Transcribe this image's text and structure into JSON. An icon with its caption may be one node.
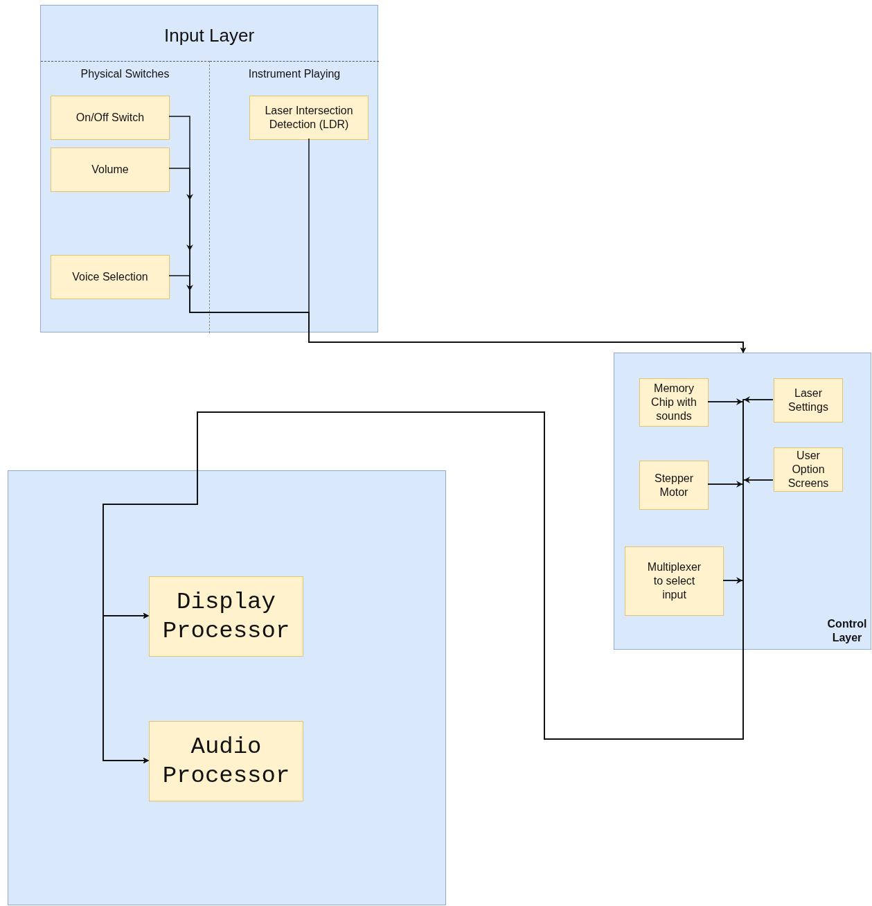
{
  "diagram": {
    "nodes": [
      {
        "text": [
          "Input Layer"
        ]
      },
      {
        "text": [
          "Physical Switches"
        ],
        "in": 0
      },
      {
        "text": [
          "On/Off Switch"
        ],
        "in": 1
      },
      {
        "text": [
          "Volume"
        ],
        "in": 1
      },
      {
        "text": [
          "Voice Selection"
        ],
        "in": 1
      },
      {
        "text": [
          "Instrument Playing"
        ],
        "in": 0
      },
      {
        "text": [
          "Laser Intersection Detection (LDR)"
        ],
        "in": 5
      },
      {
        "text": [
          "Control Layer"
        ]
      },
      {
        "text": [
          "Memory Chip with sounds"
        ],
        "in": 7
      },
      {
        "text": [
          "Laser Settings"
        ],
        "in": 7
      },
      {
        "text": [
          "Stepper Motor"
        ],
        "in": 7
      },
      {
        "text": [
          "User Option Screens"
        ],
        "in": 7
      },
      {
        "text": [
          "Multiplexer to select input"
        ],
        "in": 7
      },
      {
        "text": [],
        "shape": "box"
      },
      {
        "text": [
          "Display Processor"
        ],
        "in": 13
      },
      {
        "text": [
          "Audio Processor"
        ],
        "in": 13
      }
    ],
    "edges": [
      {
        "from": 2,
        "to": 7,
        "arrow": "to"
      },
      {
        "from": 3,
        "to": 7,
        "arrow": "to"
      },
      {
        "from": 4,
        "to": 7,
        "arrow": "to"
      },
      {
        "from": 6,
        "to": 7,
        "arrow": "to"
      },
      {
        "from": 8,
        "to": 14,
        "arrow": "to"
      },
      {
        "from": 8,
        "to": 15,
        "arrow": "to"
      },
      {
        "from": 9,
        "to": 14,
        "arrow": "to"
      },
      {
        "from": 9,
        "to": 15,
        "arrow": "to"
      },
      {
        "from": 10,
        "to": 14,
        "arrow": "to"
      },
      {
        "from": 10,
        "to": 15,
        "arrow": "to"
      },
      {
        "from": 11,
        "to": 14,
        "arrow": "to"
      },
      {
        "from": 11,
        "to": 15,
        "arrow": "to"
      },
      {
        "from": 12,
        "to": 14,
        "arrow": "to"
      },
      {
        "from": 12,
        "to": 15,
        "arrow": "to"
      }
    ]
  }
}
